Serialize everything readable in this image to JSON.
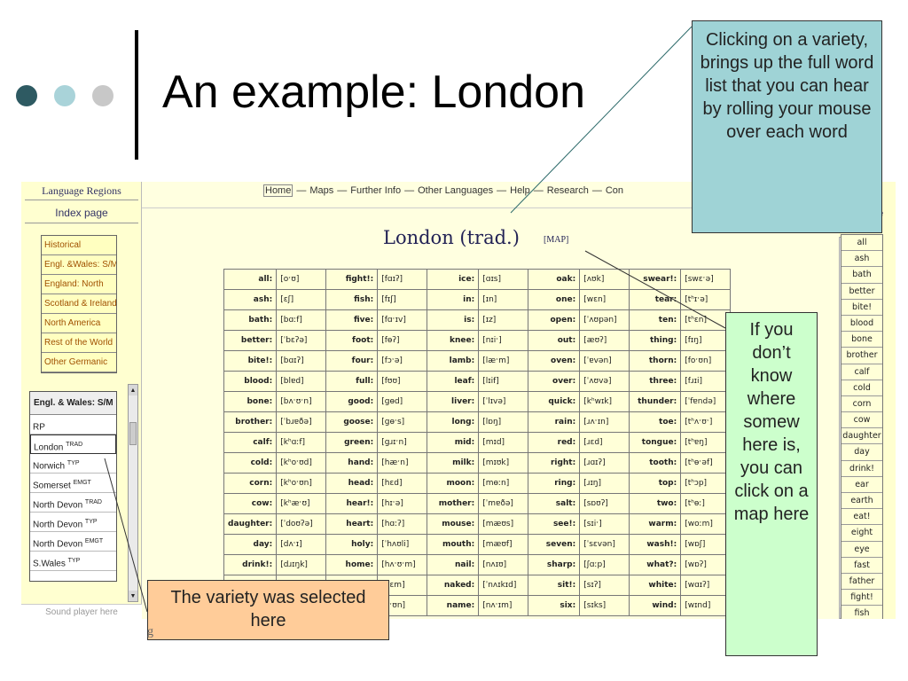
{
  "slide": {
    "title": "An example: London",
    "callout_top": "Clicking on a variety, brings up the full word list that you can hear by rolling your mouse over each word",
    "callout_right": "If you don’t know where somew here is, you can click on a map here",
    "callout_bottom": "The variety was selected here",
    "stray_text": "g"
  },
  "colors": {
    "dot1": "#2e5a62",
    "dot2": "#a9d3d9",
    "dot3": "#c8c8c8",
    "callout_top": "#9fd3d6",
    "callout_right": "#ccffcc",
    "callout_bottom": "#ffcc99"
  },
  "site": {
    "left_heading": "Language Regions",
    "index_page": "Index page",
    "regions": [
      "Historical",
      "Engl. &Wales: S/M",
      "England: North",
      "Scotland & Ireland",
      "North America",
      "Rest of the World",
      "Other Germanic"
    ],
    "varieties_heading": "Engl. & Wales: S/M",
    "varieties": [
      {
        "name": "RP",
        "tag": ""
      },
      {
        "name": "London",
        "tag": "TRAD",
        "selected": true
      },
      {
        "name": "Norwich",
        "tag": "TYP"
      },
      {
        "name": "Somerset",
        "tag": "EMGT"
      },
      {
        "name": "North Devon",
        "tag": "TRAD"
      },
      {
        "name": "North Devon",
        "tag": "TYP"
      },
      {
        "name": "North Devon",
        "tag": "EMGT"
      },
      {
        "name": "S.Wales",
        "tag": "TYP"
      }
    ],
    "sound_player": "Sound player here",
    "nav": [
      "Home",
      "Maps",
      "Further Info",
      "Other Languages",
      "Help",
      "Research",
      "Con"
    ],
    "nav_sep": "—",
    "page_heading": "London (trad.)",
    "map_link": "[MAP]",
    "right_text_top": "s",
    "right_text_mid": "ge",
    "right_words": [
      "all",
      "ash",
      "bath",
      "better",
      "bite!",
      "blood",
      "bone",
      "brother",
      "calf",
      "cold",
      "corn",
      "cow",
      "daughter",
      "day",
      "drink!",
      "ear",
      "earth",
      "eat!",
      "eight",
      "eye",
      "fast",
      "father",
      "fight!",
      "fish"
    ]
  },
  "word_table": [
    [
      "all:",
      "[oˑʊ]",
      "fight!:",
      "[fɑɪʔ]",
      "ice:",
      "[ɑɪs]",
      "oak:",
      "[ʌʊk]",
      "swear!:",
      "[swɛˑə]"
    ],
    [
      "ash:",
      "[ɛʃ]",
      "fish:",
      "[fɪʃ]",
      "in:",
      "[ɪn]",
      "one:",
      "[wɛn]",
      "tear:",
      "[tʰɪˑə]"
    ],
    [
      "bath:",
      "[bɑːf]",
      "five:",
      "[fɑˑɪv]",
      "is:",
      "[ɪz]",
      "open:",
      "[ˈʌʊpən]",
      "ten:",
      "[tʰɛn]"
    ],
    [
      "better:",
      "[ˈbɛʔə]",
      "foot:",
      "[fɵʔ]",
      "knee:",
      "[nɪiˑ]",
      "out:",
      "[æʊʔ]",
      "thing:",
      "[fɪŋ]"
    ],
    [
      "bite!:",
      "[bɑɪʔ]",
      "four:",
      "[fɔˑə]",
      "lamb:",
      "[læˑm]",
      "oven:",
      "[ˈɐvən]",
      "thorn:",
      "[foˑʊn]"
    ],
    [
      "blood:",
      "[blɐd]",
      "full:",
      "[fʊʊ]",
      "leaf:",
      "[lɪif]",
      "over:",
      "[ˈʌʊvə]",
      "three:",
      "[fɹɪi]"
    ],
    [
      "bone:",
      "[bʌˑʊˑn]",
      "good:",
      "[gɵd]",
      "liver:",
      "[ˈlɪvə]",
      "quick:",
      "[kʰwɪk]",
      "thunder:",
      "[ˈfɐndə]"
    ],
    [
      "brother:",
      "[ˈbɹɐðə]",
      "goose:",
      "[gɵˑs]",
      "long:",
      "[lɒŋ]",
      "rain:",
      "[ɹʌˑɪn]",
      "toe:",
      "[tʰʌˑʊˑ]"
    ],
    [
      "calf:",
      "[kʰɑːf]",
      "green:",
      "[gɹɪˑn]",
      "mid:",
      "[mɪd]",
      "red:",
      "[ɹɛd]",
      "tongue:",
      "[tʰɐŋ]"
    ],
    [
      "cold:",
      "[kʰoˑʊd]",
      "hand:",
      "[hæˑn]",
      "milk:",
      "[mɪʊk]",
      "right:",
      "[ɹɑɪʔ]",
      "tooth:",
      "[tʰɵˑəf]"
    ],
    [
      "corn:",
      "[kʰoˑʊn]",
      "head:",
      "[hɛd]",
      "moon:",
      "[mɵːn]",
      "ring:",
      "[ɹɪŋ]",
      "top:",
      "[tʰɔp]"
    ],
    [
      "cow:",
      "[kʰæˑʊ]",
      "hear!:",
      "[hɪˑə]",
      "mother:",
      "[ˈmɐðə]",
      "salt:",
      "[sɒʊʔ]",
      "two:",
      "[tʰɵː]"
    ],
    [
      "daughter:",
      "[ˈdoʊʔə]",
      "heart:",
      "[hɑːʔ]",
      "mouse:",
      "[mæʊs]",
      "see!:",
      "[sɪiˑ]",
      "warm:",
      "[woːm]"
    ],
    [
      "day:",
      "[dʌˑɪ]",
      "holy:",
      "[ˈhʌʊli]",
      "mouth:",
      "[mæʊf]",
      "seven:",
      "[ˈsɛvən]",
      "wash!:",
      "[wɒʃ]"
    ],
    [
      "drink!:",
      "[dɹɪŋk]",
      "home:",
      "[hʌˑʊˑm]",
      "nail:",
      "[nʌɪʊ]",
      "sharp:",
      "[ʃɑːp]",
      "what?:",
      "[wɒʔ]"
    ],
    [
      "",
      "",
      "",
      "[hɛm]",
      "naked:",
      "[ˈnʌɪkɪd]",
      "sit!:",
      "[sɪʔ]",
      "white:",
      "[wɑɪʔ]"
    ],
    [
      "",
      "",
      "",
      "[oˑʊn]",
      "name:",
      "[nʌˑɪm]",
      "six:",
      "[sɪks]",
      "wind:",
      "[wɪnd]"
    ]
  ]
}
